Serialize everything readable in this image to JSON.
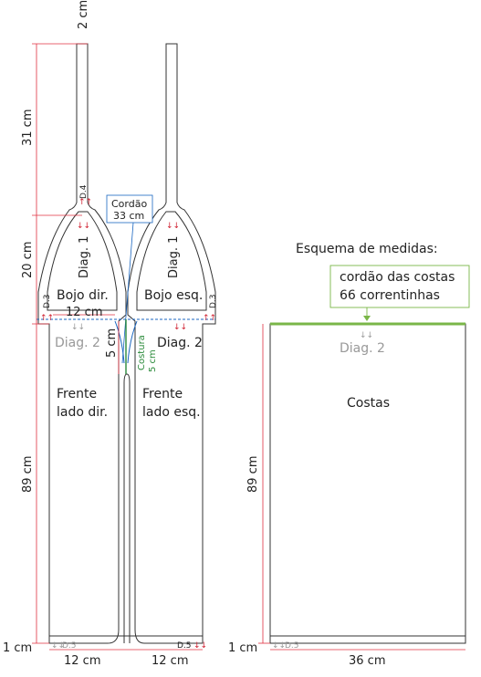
{
  "colors": {
    "outline": "#333333",
    "dimension": "#e03040",
    "cord": "#1a66c0",
    "seam": "#2a8a3a",
    "costas_top": "#7ab648",
    "muted": "#999999"
  },
  "left": {
    "dim_top": "2 cm",
    "dim_strap": "31 cm",
    "dim_cup": "20 cm",
    "dim_body": "89 cm",
    "dim_bottom": "1 cm",
    "dim_width_right": "12 cm",
    "dim_width_left": "12 cm",
    "dim_cup_width": "12 cm",
    "diag4": "D.4",
    "diag1_right": "Diag. 1",
    "diag1_left": "Diag. 1",
    "diag3_right": "D.3",
    "diag3_left": "D.3",
    "cup_right": "Bojo dir.",
    "cup_left": "Bojo esq.",
    "diag2_right": "Diag. 2",
    "diag2_left": "Diag. 2",
    "cord_label_1": "Cordão",
    "cord_label_2": "33 cm",
    "dim_5cm": "5 cm",
    "seam_1": "Costura",
    "seam_2": "5 cm",
    "front_right_1": "Frente",
    "front_right_2": "lado dir.",
    "front_left_1": "Frente",
    "front_left_2": "lado esq.",
    "diag5_right": "D.5",
    "diag5_left": "D.5"
  },
  "right": {
    "title": "Esquema de medidas:",
    "note_1": "cordão das costas",
    "note_2": "66 correntinhas",
    "diag2": "Diag. 2",
    "piece": "Costas",
    "dim_height": "89 cm",
    "dim_bottom": "1 cm",
    "diag5": "D.5",
    "dim_width": "36 cm"
  }
}
